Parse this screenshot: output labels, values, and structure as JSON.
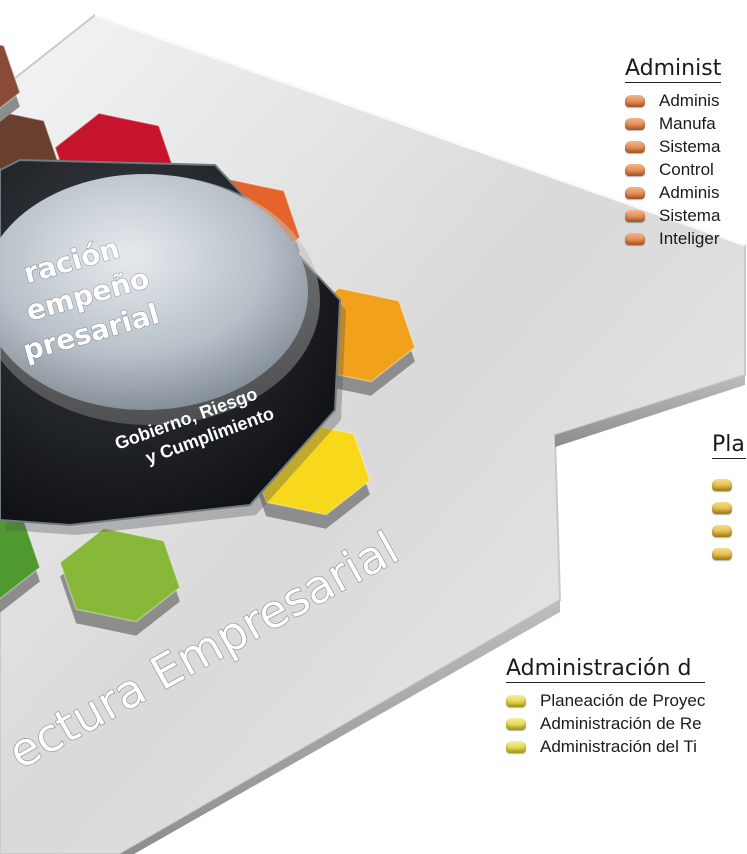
{
  "diagram": {
    "platform_label": "ectura Empresarial",
    "center_title_lines": [
      "ración",
      "empeño",
      "presarial"
    ],
    "center_subtitle_lines": [
      "Gobierno, Riesgo",
      "y Cumplimiento"
    ],
    "petal_colors": [
      "#6b3f2e",
      "#c5142c",
      "#e4642b",
      "#f1a21a",
      "#f7d81a",
      "#87b83a",
      "#4e9a2f",
      "#8a4a38"
    ]
  },
  "groups": [
    {
      "title": "Administ",
      "bullet_color": "orange",
      "items": [
        "Adminis",
        "Manufa",
        "Sistema",
        "Control",
        "Adminis",
        "Sistema",
        "Inteliger"
      ]
    },
    {
      "title": "Pla",
      "bullet_color": "gold",
      "items": [
        "",
        "",
        "",
        ""
      ]
    },
    {
      "title": "Administración d",
      "bullet_color": "yellow",
      "items": [
        "Planeación de Proyec",
        "Administración de Re",
        "Administración del Ti"
      ]
    }
  ]
}
